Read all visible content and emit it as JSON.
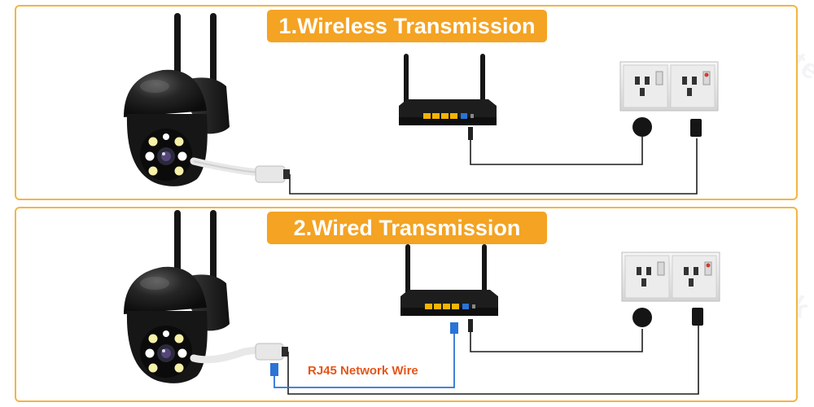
{
  "panels": [
    {
      "title": "1.Wireless Transmission"
    },
    {
      "title": "2.Wired Transmission"
    }
  ],
  "wire_label": "RJ45 Network Wire",
  "watermark": "Loomtek",
  "colors": {
    "border": "#f3b544",
    "badge": "#f4a323",
    "camera": "#1a1a1a",
    "router": "#1c1c1c",
    "port": "#f5b400",
    "network_cable": "#2b73d6",
    "label": "#e4561a"
  }
}
